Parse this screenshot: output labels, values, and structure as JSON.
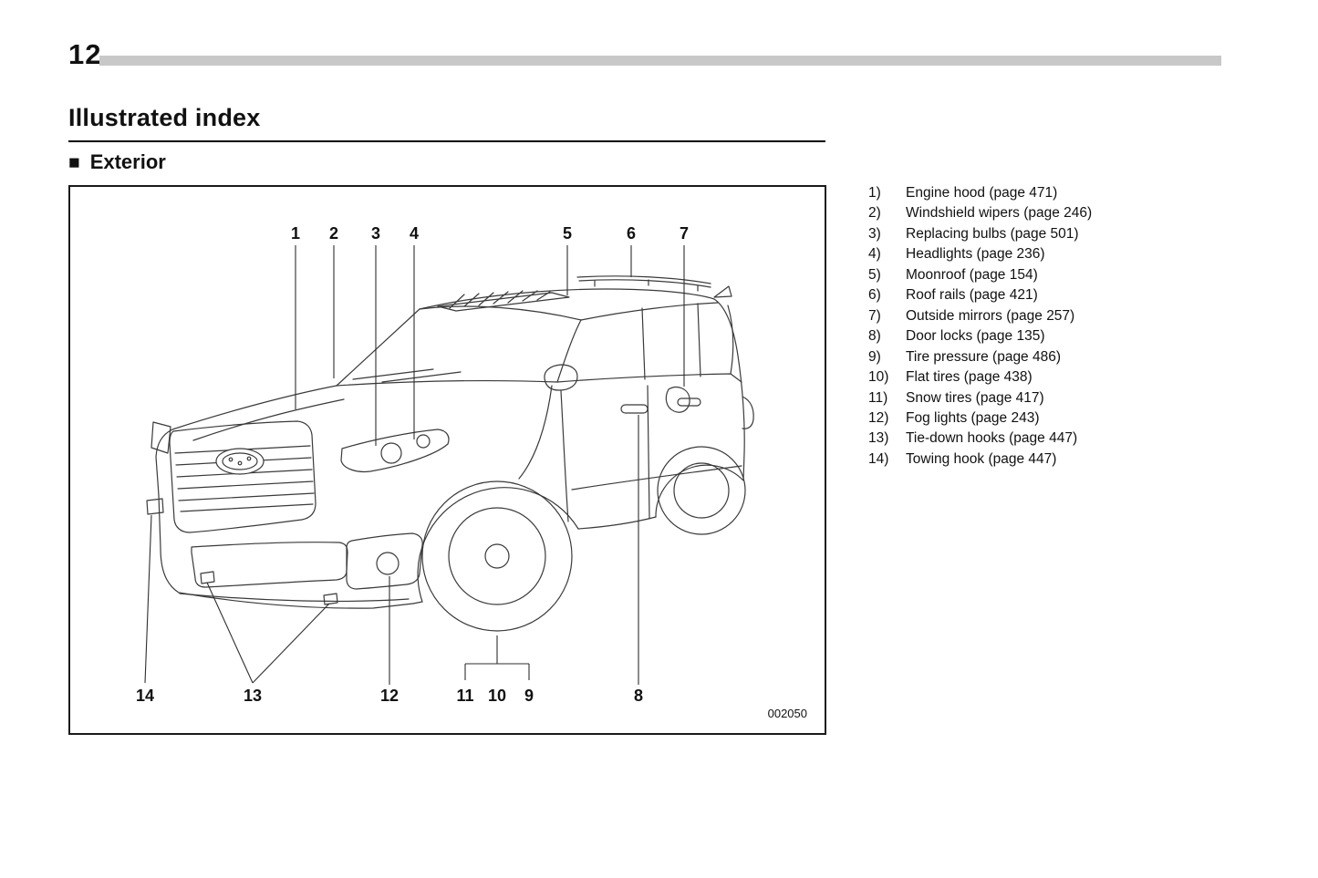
{
  "page": {
    "number": "12",
    "title": "Illustrated index",
    "section_title": "Exterior",
    "figure_code": "002050"
  },
  "icons": {
    "section_bullet": "■"
  },
  "colors": {
    "header_bar": "#c8c8c8",
    "line_art": "#3a3a3a",
    "text": "#111111",
    "background": "#ffffff"
  },
  "callouts": {
    "c1": "1",
    "c2": "2",
    "c3": "3",
    "c4": "4",
    "c5": "5",
    "c6": "6",
    "c7": "7",
    "c8": "8",
    "c9": "9",
    "c10": "10",
    "c11": "11",
    "c12": "12",
    "c13": "13",
    "c14": "14"
  },
  "index_items": [
    {
      "num": "1)",
      "label": "Engine hood (page 471)"
    },
    {
      "num": "2)",
      "label": "Windshield wipers (page 246)"
    },
    {
      "num": "3)",
      "label": "Replacing bulbs (page 501)"
    },
    {
      "num": "4)",
      "label": "Headlights (page 236)"
    },
    {
      "num": "5)",
      "label": "Moonroof (page 154)"
    },
    {
      "num": "6)",
      "label": "Roof rails (page 421)"
    },
    {
      "num": "7)",
      "label": "Outside mirrors (page 257)"
    },
    {
      "num": "8)",
      "label": "Door locks (page 135)"
    },
    {
      "num": "9)",
      "label": "Tire pressure (page 486)"
    },
    {
      "num": "10)",
      "label": "Flat tires (page 438)"
    },
    {
      "num": "11)",
      "label": "Snow tires (page 417)"
    },
    {
      "num": "12)",
      "label": "Fog lights (page 243)"
    },
    {
      "num": "13)",
      "label": "Tie-down hooks (page 447)"
    },
    {
      "num": "14)",
      "label": "Towing hook (page 447)"
    }
  ]
}
